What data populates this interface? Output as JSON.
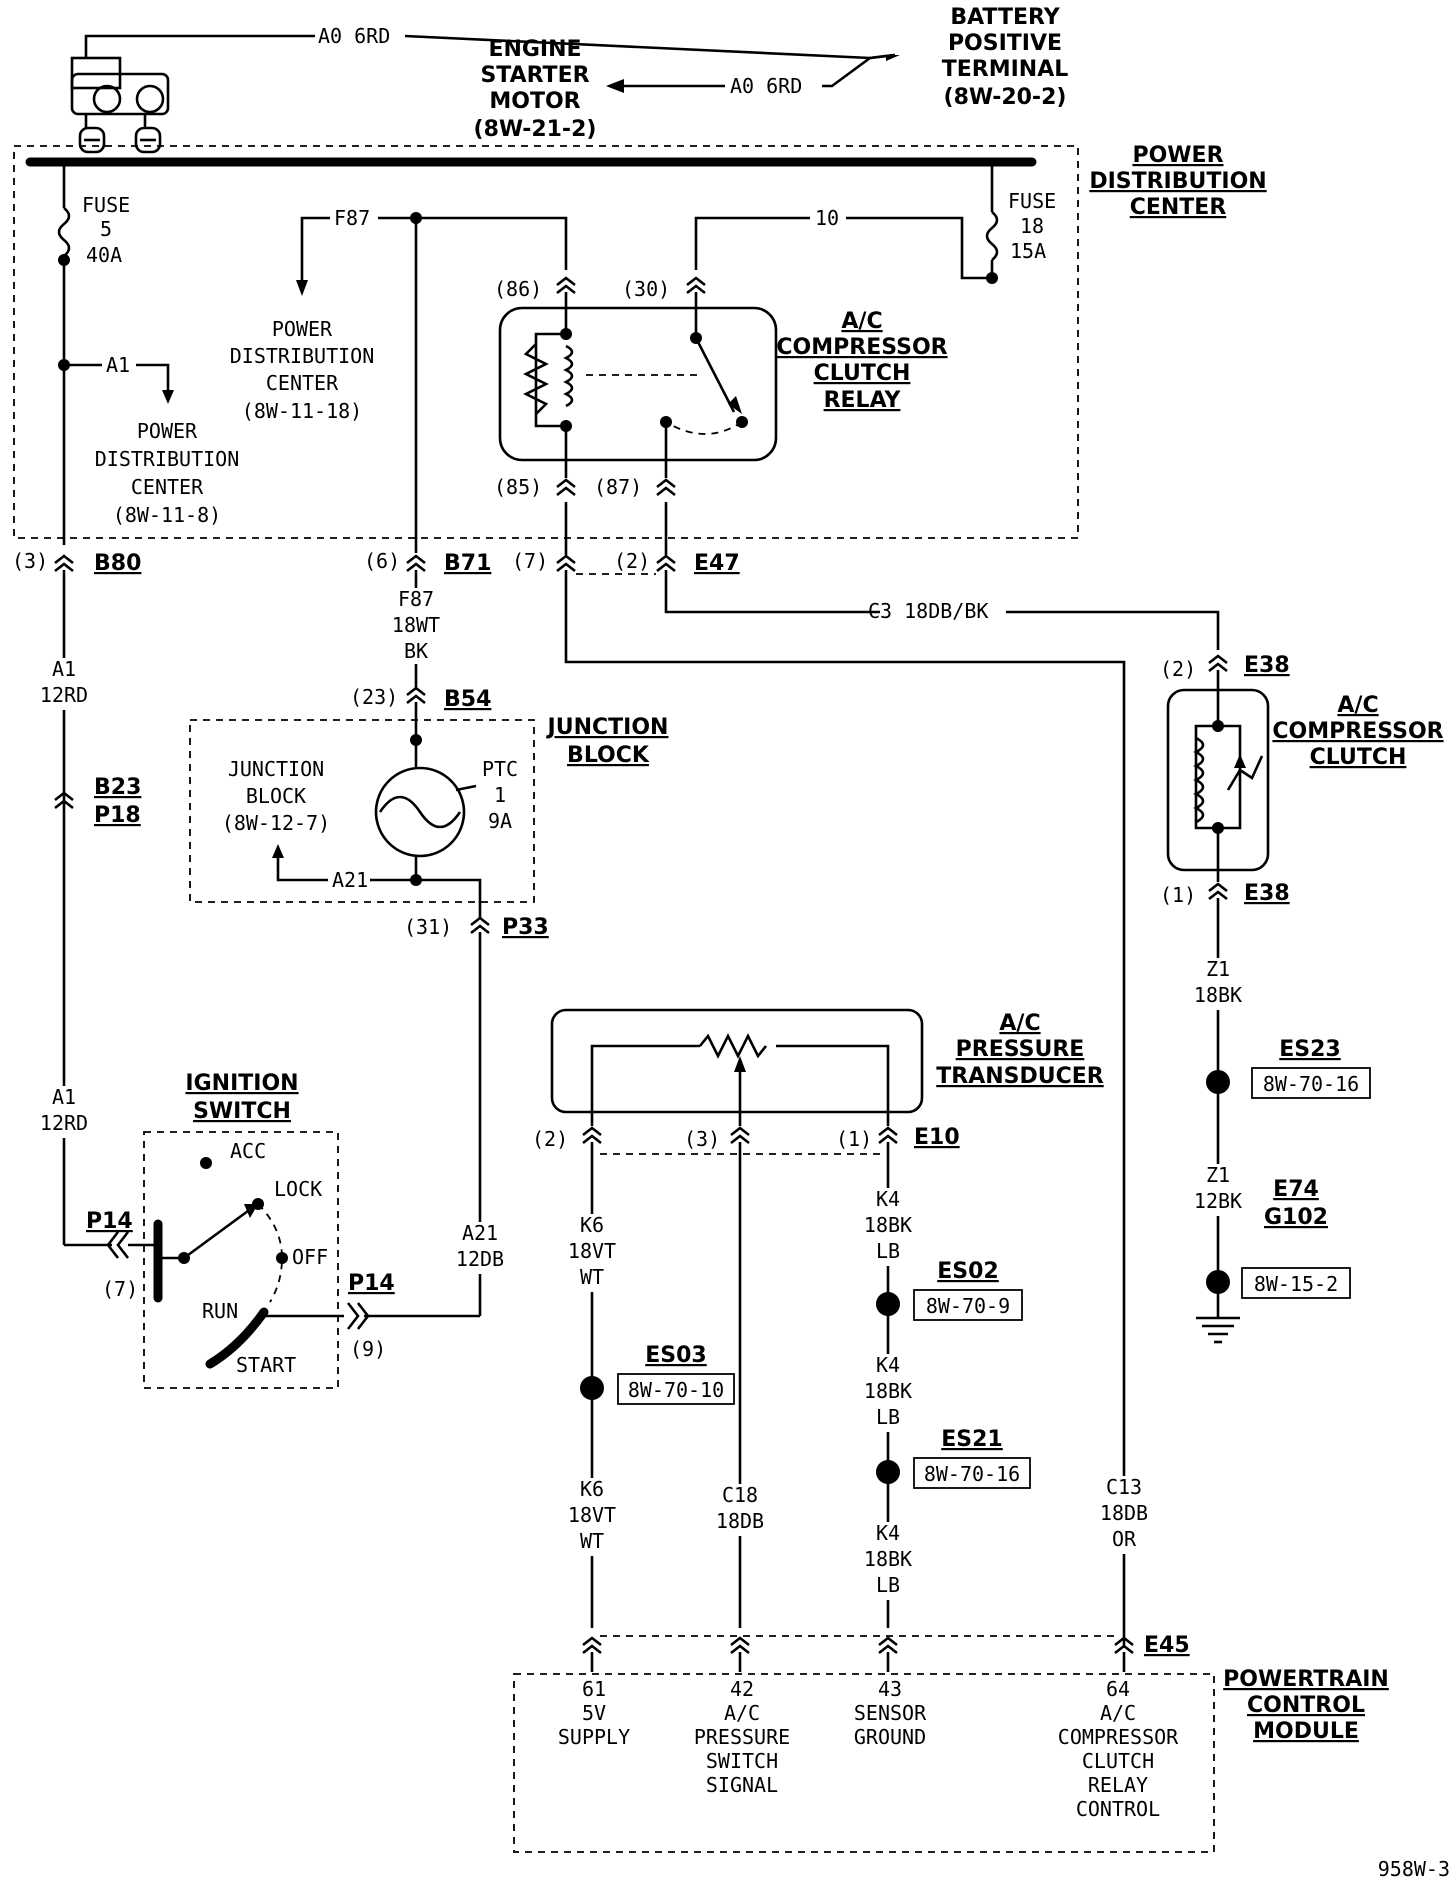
{
  "figure_id": "958W-3",
  "top": {
    "wire_a0_upper": "A0 6RD",
    "wire_a0_lower": "A0 6RD",
    "battery": [
      "BATTERY",
      "POSITIVE",
      "TERMINAL",
      "(8W-20-2)"
    ],
    "starter": [
      "ENGINE",
      "STARTER",
      "MOTOR",
      "(8W-21-2)"
    ]
  },
  "pdc": {
    "title": [
      "POWER",
      "DISTRIBUTION",
      "CENTER"
    ],
    "fuse5": [
      "FUSE",
      "5",
      "40A"
    ],
    "fuse18": [
      "FUSE",
      "18",
      "15A"
    ],
    "wire_a1": "A1",
    "wire_f87": "F87",
    "wire_10": "10",
    "ref_a": [
      "POWER",
      "DISTRIBUTION",
      "CENTER",
      "(8W-11-18)"
    ],
    "ref_b": [
      "POWER",
      "DISTRIBUTION",
      "CENTER",
      "(8W-11-8)"
    ]
  },
  "relay": {
    "title": [
      "A/C",
      "COMPRESSOR",
      "CLUTCH",
      "RELAY"
    ],
    "pin86": "(86)",
    "pin30": "(30)",
    "pin85": "(85)",
    "pin87": "(87)"
  },
  "connectors": {
    "b80": "B80",
    "b80_pin": "(3)",
    "b71": "B71",
    "b71_pin": "(6)",
    "e47": "E47",
    "e47_pin7": "(7)",
    "e47_pin2": "(2)",
    "b54": "B54",
    "b54_pin": "(23)",
    "b23": "B23",
    "p18": "P18",
    "p33": "P33",
    "p33_pin": "(31)",
    "e38_top": "E38",
    "e38_top_pin": "(2)",
    "e38_bot": "E38",
    "e38_bot_pin": "(1)",
    "e10": "E10",
    "e10_pin2": "(2)",
    "e10_pin3": "(3)",
    "e10_pin1": "(1)",
    "p14_left": "P14",
    "p14_left_pin": "(7)",
    "p14_right": "P14",
    "p14_right_pin": "(9)",
    "e45": "E45"
  },
  "wires": {
    "a1_upper": [
      "A1",
      "12RD"
    ],
    "a1_lower": [
      "A1",
      "12RD"
    ],
    "f87_lower": [
      "F87",
      "18WT",
      "BK"
    ],
    "c3": "C3 18DB/BK",
    "a21_upper": "A21",
    "a21_lower": [
      "A21",
      "12DB"
    ],
    "z1_upper": [
      "Z1",
      "18BK"
    ],
    "z1_lower": [
      "Z1",
      "12BK"
    ],
    "k6_upper": [
      "K6",
      "18VT",
      "WT"
    ],
    "k6_lower": [
      "K6",
      "18VT",
      "WT"
    ],
    "k4_a": [
      "K4",
      "18BK",
      "LB"
    ],
    "k4_b": [
      "K4",
      "18BK",
      "LB"
    ],
    "k4_c": [
      "K4",
      "18BK",
      "LB"
    ],
    "c18": [
      "C18",
      "18DB"
    ],
    "c13": [
      "C13",
      "18DB",
      "OR"
    ]
  },
  "junction_block": {
    "title": [
      "JUNCTION",
      "BLOCK"
    ],
    "ref": [
      "JUNCTION",
      "BLOCK",
      "(8W-12-7)"
    ],
    "ptc": [
      "PTC",
      "1",
      "9A"
    ]
  },
  "ignition": {
    "title": [
      "IGNITION",
      "SWITCH"
    ],
    "acc": "ACC",
    "lock": "LOCK",
    "off": "OFF",
    "run": "RUN",
    "start": "START"
  },
  "clutch": {
    "title": [
      "A/C",
      "COMPRESSOR",
      "CLUTCH"
    ]
  },
  "transducer": {
    "title": [
      "A/C",
      "PRESSURE",
      "TRANSDUCER"
    ]
  },
  "splices": {
    "es23": "ES23",
    "es23_ref": "8W-70-16",
    "e74": "E74",
    "g102": "G102",
    "g102_ref": "8W-15-2",
    "es02": "ES02",
    "es02_ref": "8W-70-9",
    "es21": "ES21",
    "es21_ref": "8W-70-16",
    "es03": "ES03",
    "es03_ref": "8W-70-10"
  },
  "pcm": {
    "title": [
      "POWERTRAIN",
      "CONTROL",
      "MODULE"
    ],
    "pin61": [
      "61",
      "5V",
      "SUPPLY"
    ],
    "pin42": [
      "42",
      "A/C",
      "PRESSURE",
      "SWITCH",
      "SIGNAL"
    ],
    "pin43": [
      "43",
      "SENSOR",
      "GROUND"
    ],
    "pin64": [
      "64",
      "A/C",
      "COMPRESSOR",
      "CLUTCH",
      "RELAY",
      "CONTROL"
    ]
  }
}
